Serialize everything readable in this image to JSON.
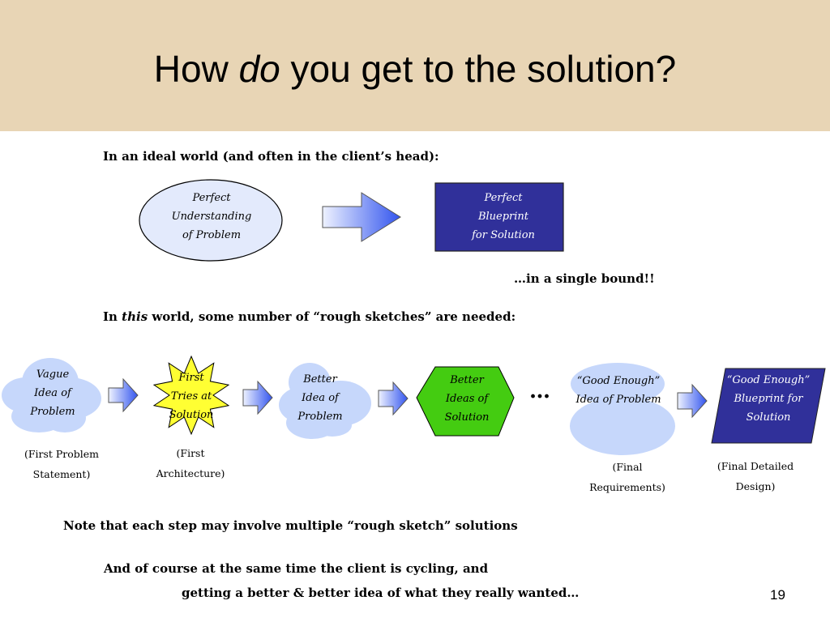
{
  "slide": {
    "title_pre": "How ",
    "title_em": "do",
    "title_post": " you get to the solution?",
    "page_number": "19"
  },
  "ideal": {
    "heading": "In an ideal world (and often in the client’s head):",
    "problem_lines": [
      "Perfect",
      "Understanding",
      "of Problem"
    ],
    "blueprint_lines": [
      "Perfect",
      "Blueprint",
      "for Solution"
    ],
    "bound_note": "…in a single bound!!"
  },
  "real": {
    "heading_pre": "In ",
    "heading_em": "this",
    "heading_post": " world, some number of “rough sketches” are needed:",
    "step1_lines": [
      "Vague",
      "Idea of",
      "Problem"
    ],
    "step1_caption": [
      "(First Problem",
      "Statement)"
    ],
    "step2_lines": [
      "First",
      "Tries at",
      "Solution"
    ],
    "step2_caption": [
      "(First",
      "Architecture)"
    ],
    "step3_lines": [
      "Better",
      "Idea of",
      "Problem"
    ],
    "step4_lines": [
      "Better",
      "Ideas of",
      "Solution"
    ],
    "ellipsis": "…",
    "step5_lines": [
      "“Good Enough”",
      "Idea of Problem"
    ],
    "step5_caption": [
      "(Final",
      "Requirements)"
    ],
    "step6_lines": [
      "“Good Enough”",
      "Blueprint for",
      "Solution"
    ],
    "step6_caption": [
      "(Final Detailed",
      "Design)"
    ]
  },
  "notes": {
    "note1": "Note that each step may involve multiple “rough sketch” solutions",
    "note2": "And of course at the same time the client is cycling, and",
    "note3": "getting a better & better idea of what they really wanted…"
  },
  "colors": {
    "title_band": "#e8d5b5",
    "light_blue_fill": "#e3eafc",
    "blueprint_navy": "#30309a",
    "cloud_blue": "#c6d7fb",
    "star_yellow": "#ffff33",
    "hexagon_green": "#44cc11"
  }
}
